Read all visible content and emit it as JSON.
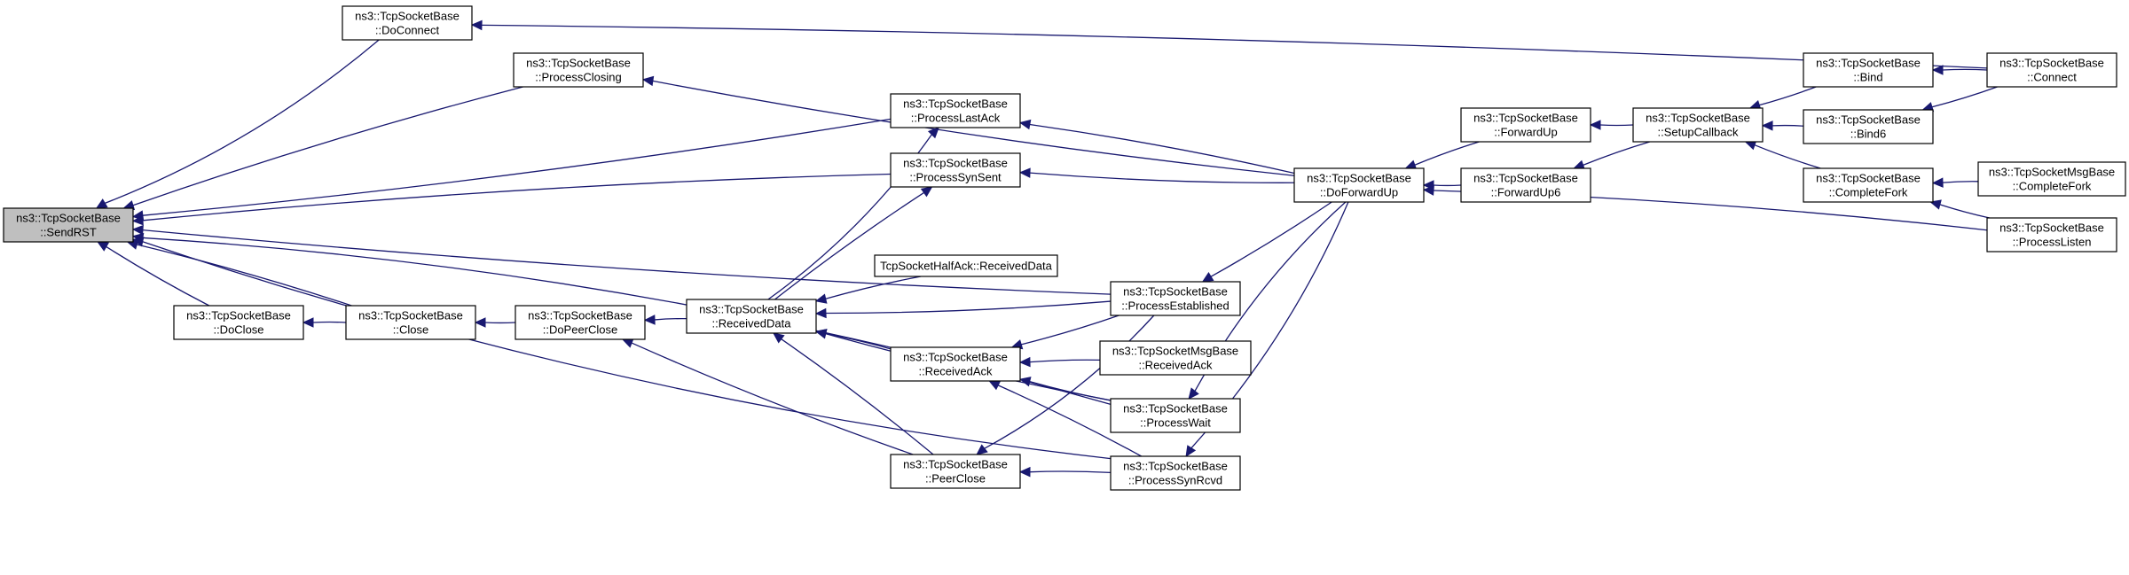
{
  "colors": {
    "edge": "#191970",
    "root_fill": "#bfbfbf",
    "node_fill": "#ffffff",
    "border": "#000000"
  },
  "nodes": [
    {
      "id": "sendrst",
      "lines": [
        "ns3::TcpSocketBase",
        "::SendRST"
      ],
      "root": true
    },
    {
      "id": "doconnect",
      "lines": [
        "ns3::TcpSocketBase",
        "::DoConnect"
      ]
    },
    {
      "id": "processclosing",
      "lines": [
        "ns3::TcpSocketBase",
        "::ProcessClosing"
      ]
    },
    {
      "id": "processlastack",
      "lines": [
        "ns3::TcpSocketBase",
        "::ProcessLastAck"
      ]
    },
    {
      "id": "processsynsent",
      "lines": [
        "ns3::TcpSocketBase",
        "::ProcessSynSent"
      ]
    },
    {
      "id": "doclose",
      "lines": [
        "ns3::TcpSocketBase",
        "::DoClose"
      ]
    },
    {
      "id": "close",
      "lines": [
        "ns3::TcpSocketBase",
        "::Close"
      ]
    },
    {
      "id": "dopeerclose",
      "lines": [
        "ns3::TcpSocketBase",
        "::DoPeerClose"
      ]
    },
    {
      "id": "receiveddata",
      "lines": [
        "ns3::TcpSocketBase",
        "::ReceivedData"
      ]
    },
    {
      "id": "halfack",
      "lines": [
        "TcpSocketHalfAck::ReceivedData"
      ]
    },
    {
      "id": "receivedack",
      "lines": [
        "ns3::TcpSocketBase",
        "::ReceivedAck"
      ]
    },
    {
      "id": "peerclose",
      "lines": [
        "ns3::TcpSocketBase",
        "::PeerClose"
      ]
    },
    {
      "id": "processestablished",
      "lines": [
        "ns3::TcpSocketBase",
        "::ProcessEstablished"
      ]
    },
    {
      "id": "msgbase_receivedack",
      "lines": [
        "ns3::TcpSocketMsgBase",
        "::ReceivedAck"
      ]
    },
    {
      "id": "processwait",
      "lines": [
        "ns3::TcpSocketBase",
        "::ProcessWait"
      ]
    },
    {
      "id": "processsynrcvd",
      "lines": [
        "ns3::TcpSocketBase",
        "::ProcessSynRcvd"
      ]
    },
    {
      "id": "doforwardup",
      "lines": [
        "ns3::TcpSocketBase",
        "::DoForwardUp"
      ]
    },
    {
      "id": "forwardup",
      "lines": [
        "ns3::TcpSocketBase",
        "::ForwardUp"
      ]
    },
    {
      "id": "forwardup6",
      "lines": [
        "ns3::TcpSocketBase",
        "::ForwardUp6"
      ]
    },
    {
      "id": "setupcallback",
      "lines": [
        "ns3::TcpSocketBase",
        "::SetupCallback"
      ]
    },
    {
      "id": "bind",
      "lines": [
        "ns3::TcpSocketBase",
        "::Bind"
      ]
    },
    {
      "id": "bind6",
      "lines": [
        "ns3::TcpSocketBase",
        "::Bind6"
      ]
    },
    {
      "id": "completefork",
      "lines": [
        "ns3::TcpSocketBase",
        "::CompleteFork"
      ]
    },
    {
      "id": "connect",
      "lines": [
        "ns3::TcpSocketBase",
        "::Connect"
      ]
    },
    {
      "id": "msgbase_completefork",
      "lines": [
        "ns3::TcpSocketMsgBase",
        "::CompleteFork"
      ]
    },
    {
      "id": "processlisten",
      "lines": [
        "ns3::TcpSocketBase",
        "::ProcessListen"
      ]
    }
  ],
  "edges": [
    {
      "from": "doconnect",
      "to": "sendrst"
    },
    {
      "from": "processclosing",
      "to": "sendrst"
    },
    {
      "from": "processlastack",
      "to": "sendrst"
    },
    {
      "from": "processsynsent",
      "to": "sendrst"
    },
    {
      "from": "processestablished",
      "to": "sendrst"
    },
    {
      "from": "close",
      "to": "sendrst"
    },
    {
      "from": "doclose",
      "to": "sendrst"
    },
    {
      "from": "processwait",
      "to": "sendrst"
    },
    {
      "from": "processsynrcvd",
      "to": "sendrst"
    },
    {
      "from": "connect",
      "to": "doconnect"
    },
    {
      "from": "doforwardup",
      "to": "processclosing"
    },
    {
      "from": "doforwardup",
      "to": "processlastack"
    },
    {
      "from": "doforwardup",
      "to": "processsynsent"
    },
    {
      "from": "close",
      "to": "doclose"
    },
    {
      "from": "dopeerclose",
      "to": "close"
    },
    {
      "from": "receiveddata",
      "to": "dopeerclose"
    },
    {
      "from": "peerclose",
      "to": "dopeerclose"
    },
    {
      "from": "receiveddata",
      "to": "processlastack"
    },
    {
      "from": "receiveddata",
      "to": "processsynsent"
    },
    {
      "from": "halfack",
      "to": "receiveddata"
    },
    {
      "from": "processestablished",
      "to": "receiveddata"
    },
    {
      "from": "receivedack",
      "to": "receiveddata"
    },
    {
      "from": "processwait",
      "to": "receiveddata"
    },
    {
      "from": "peerclose",
      "to": "receiveddata"
    },
    {
      "from": "processestablished",
      "to": "receivedack"
    },
    {
      "from": "msgbase_receivedack",
      "to": "receivedack"
    },
    {
      "from": "processwait",
      "to": "receivedack"
    },
    {
      "from": "processsynrcvd",
      "to": "receivedack"
    },
    {
      "from": "processestablished",
      "to": "peerclose"
    },
    {
      "from": "processsynrcvd",
      "to": "peerclose"
    },
    {
      "from": "doforwardup",
      "to": "processestablished"
    },
    {
      "from": "doforwardup",
      "to": "processwait"
    },
    {
      "from": "doforwardup",
      "to": "processsynrcvd"
    },
    {
      "from": "forwardup",
      "to": "doforwardup"
    },
    {
      "from": "forwardup6",
      "to": "doforwardup"
    },
    {
      "from": "processlisten",
      "to": "doforwardup"
    },
    {
      "from": "setupcallback",
      "to": "forwardup"
    },
    {
      "from": "setupcallback",
      "to": "forwardup6"
    },
    {
      "from": "bind",
      "to": "setupcallback"
    },
    {
      "from": "bind6",
      "to": "setupcallback"
    },
    {
      "from": "completefork",
      "to": "setupcallback"
    },
    {
      "from": "connect",
      "to": "bind"
    },
    {
      "from": "connect",
      "to": "bind6"
    },
    {
      "from": "msgbase_completefork",
      "to": "completefork"
    },
    {
      "from": "processlisten",
      "to": "completefork"
    }
  ]
}
